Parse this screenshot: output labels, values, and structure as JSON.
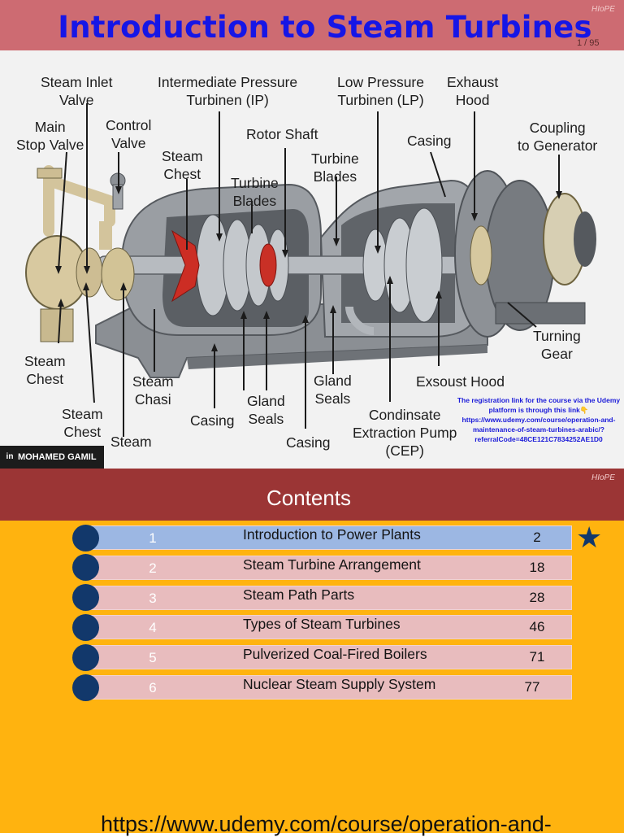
{
  "slide1": {
    "title": "Introduction to Steam Turbines",
    "watermark": "HIoPE",
    "page_counter": "1 / 95",
    "labels": {
      "steam_inlet_valve": "Steam Inlet\nValve",
      "intermediate_pressure": "Intermediate Pressure\nTurbinen (IP)",
      "low_pressure": "Low Pressure\nTurbinen (LP)",
      "exhaust_hood": "Exhaust\nHood",
      "main_stop_valve": "Main\nStop Valve",
      "control_valve": "Control\nValve",
      "rotor_shaft": "Rotor Shaft",
      "casing_top": "Casing",
      "coupling": "Coupling\nto Generator",
      "steam_chest_upper": "Steam\nChest",
      "turbine_blades_left": "Turbine\nBlades",
      "turbine_blades_right": "Turbine\nBlades",
      "steam_chest_left": "Steam\nChest",
      "steam_chasi": "Steam\nChasi",
      "gland_seals_right": "Gland\nSeals",
      "turning_gear": "Turning\nGear",
      "exsoust_hood": "Exsoust Hood",
      "steam_chest_bottom": "Steam\nChest",
      "steam": "Steam",
      "casing_bottom_left": "Casing",
      "gland_seals_left": "Gland\nSeals",
      "casing_bottom": "Casing",
      "cep": "Condinsate\nExtraction Pump\n(CEP)"
    },
    "registration_note": [
      "The registration link for the course via the Udemy",
      "platform is through this link👇",
      "https://www.udemy.com/course/operation-and-",
      "maintenance-of-steam-turbines-arabic/?",
      "referralCode=48CE121C7834252AE1D0"
    ],
    "author": "MOHAMED GAMIL",
    "author_icon": "linkedin-icon"
  },
  "slide2": {
    "watermark": "HIoPE",
    "heading": "Contents",
    "items": [
      {
        "num": "1",
        "title": "Introduction to Power Plants",
        "page": "2",
        "active": true
      },
      {
        "num": "2",
        "title": "Steam Turbine Arrangement",
        "page": "18",
        "active": false
      },
      {
        "num": "3",
        "title": "Steam Path Parts",
        "page": "28",
        "active": false
      },
      {
        "num": "4",
        "title": "Types of Steam Turbines",
        "page": "46",
        "active": false
      },
      {
        "num": "5",
        "title": "Pulverized Coal-Fired Boilers",
        "page": "71",
        "active": false
      },
      {
        "num": "6",
        "title": "Nuclear Steam Supply System",
        "page": "77",
        "active": false
      }
    ],
    "star_icon": "star-icon",
    "footer_url": "https://www.udemy.com/course/operation-and-"
  },
  "colors": {
    "title_bar": "#cd6b72",
    "title_text": "#1616e6",
    "contents_header": "#9b3535",
    "contents_body": "#ffb30f",
    "row_active": "#9cb7e3",
    "row_default": "#e8bcbe",
    "dot": "#12386b"
  }
}
